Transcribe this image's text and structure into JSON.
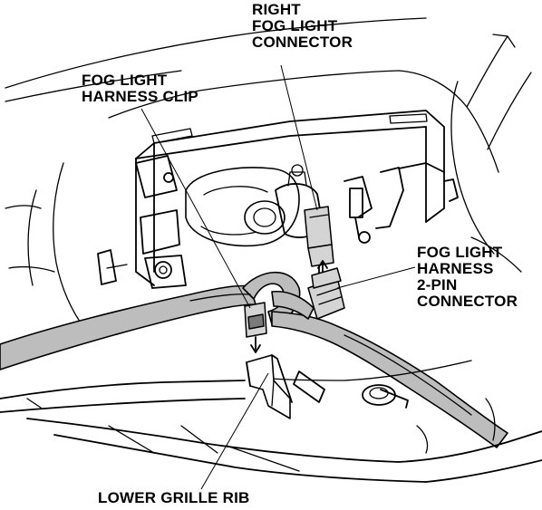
{
  "labels": {
    "right_fog_light_connector": [
      "RIGHT",
      "FOG LIGHT",
      "CONNECTOR"
    ],
    "fog_light_harness_clip": [
      "FOG LIGHT",
      "HARNESS CLIP"
    ],
    "fog_light_harness_2pin_connector": [
      "FOG LIGHT",
      "HARNESS",
      "2-PIN",
      "CONNECTOR"
    ],
    "lower_grille_rib": "LOWER GRILLE RIB"
  },
  "colors": {
    "ink": "#000000",
    "harness_fill": "#bdbdbd",
    "connector_fill": "#d4d4d4",
    "background": "#ffffff"
  }
}
